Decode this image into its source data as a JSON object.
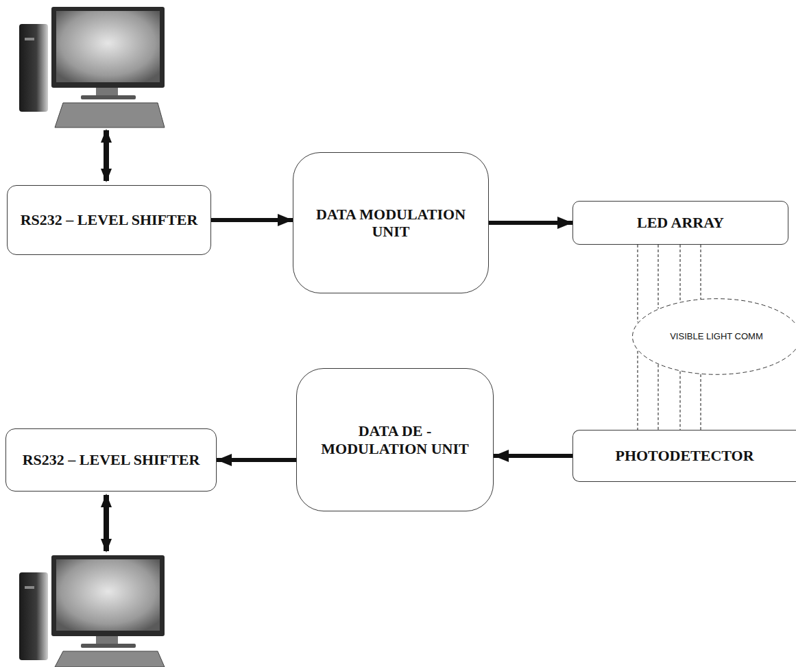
{
  "diagram": {
    "nodes": [
      {
        "text": [
          "RS232 – LEVEL SHIFTER"
        ]
      },
      {
        "text": [
          "DATA MODULATION UNIT"
        ]
      },
      {
        "text": [
          "LED ARRAY"
        ]
      },
      {
        "text": [
          "VISIBLE LIGHT COMM"
        ]
      },
      {
        "text": [
          "RS232 – LEVEL SHIFTER"
        ]
      },
      {
        "text": [
          "DATA DE - MODULATION UNIT"
        ]
      },
      {
        "text": [
          "PHOTODETECTOR"
        ]
      }
    ],
    "edges": [
      {
        "from": 0,
        "to": 1,
        "arrow": "to"
      },
      {
        "from": 1,
        "to": 2,
        "arrow": "to"
      },
      {
        "from": 2,
        "to": 3,
        "arrow": "none"
      },
      {
        "from": 3,
        "to": 6,
        "arrow": "none"
      },
      {
        "from": 6,
        "to": 5,
        "arrow": "to"
      },
      {
        "from": 5,
        "to": 4,
        "arrow": "to"
      }
    ]
  }
}
